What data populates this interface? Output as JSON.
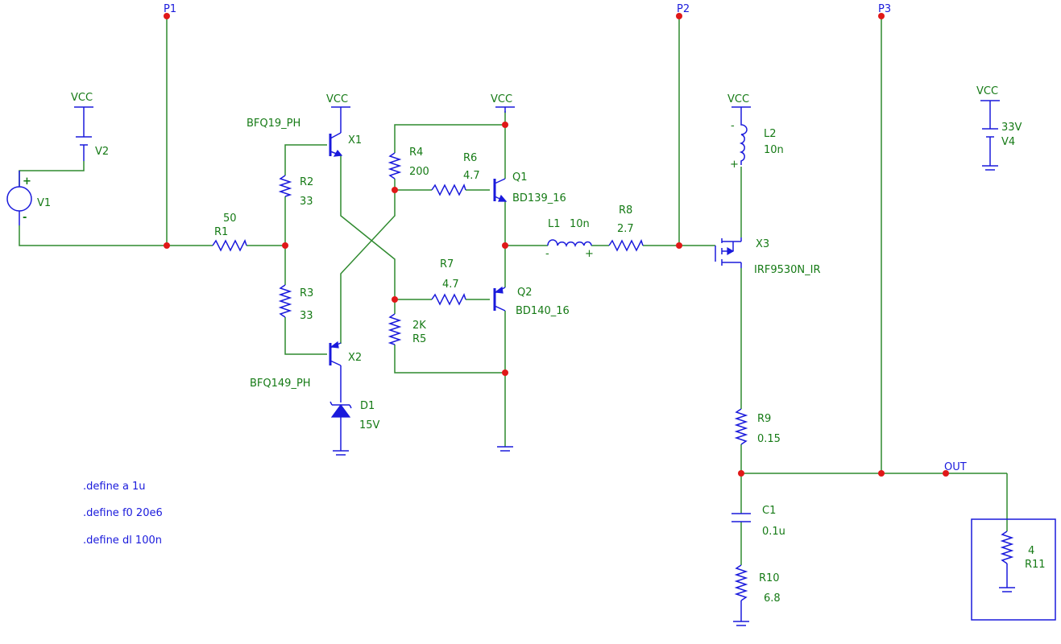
{
  "ports": {
    "p1": "P1",
    "p2": "P2",
    "p3": "P3",
    "out": "OUT"
  },
  "supplies": {
    "vcc": "VCC"
  },
  "sources": {
    "v1": {
      "name": "V1",
      "plus": "+",
      "minus": "-"
    },
    "v2": {
      "name": "V2"
    },
    "v4": {
      "name": "V4",
      "value": "33V"
    }
  },
  "resistors": {
    "r1": {
      "name": "R1",
      "value": "50"
    },
    "r2": {
      "name": "R2",
      "value": "33"
    },
    "r3": {
      "name": "R3",
      "value": "33"
    },
    "r4": {
      "name": "R4",
      "value": "200"
    },
    "r5": {
      "name": "R5",
      "value": "2K"
    },
    "r6": {
      "name": "R6",
      "value": "4.7"
    },
    "r7": {
      "name": "R7",
      "value": "4.7"
    },
    "r8": {
      "name": "R8",
      "value": "2.7"
    },
    "r9": {
      "name": "R9",
      "value": "0.15"
    },
    "r10": {
      "name": "R10",
      "value": "6.8"
    },
    "r11": {
      "name": "R11",
      "value": "4"
    }
  },
  "inductors": {
    "l1": {
      "name": "L1",
      "value": "10n",
      "minus": "-",
      "plus": "+"
    },
    "l2": {
      "name": "L2",
      "value": "10n",
      "minus": "-",
      "plus": "+"
    }
  },
  "capacitors": {
    "c1": {
      "name": "C1",
      "value": "0.1u"
    }
  },
  "diodes": {
    "d1": {
      "name": "D1",
      "value": "15V"
    }
  },
  "transistors": {
    "x1": {
      "name": "X1",
      "model": "BFQ19_PH"
    },
    "x2": {
      "name": "X2",
      "model": "BFQ149_PH"
    },
    "q1": {
      "name": "Q1",
      "model": "BD139_16"
    },
    "q2": {
      "name": "Q2",
      "model": "BD140_16"
    },
    "x3": {
      "name": "X3",
      "model": "IRF9530N_IR"
    }
  },
  "directives": [
    ".define a 1u",
    ".define f0 20e6",
    ".define dl 100n"
  ],
  "colors": {
    "wire": "#2f8a2f",
    "component": "#1a1adc",
    "junction": "#e01818",
    "label": "#157a15"
  }
}
